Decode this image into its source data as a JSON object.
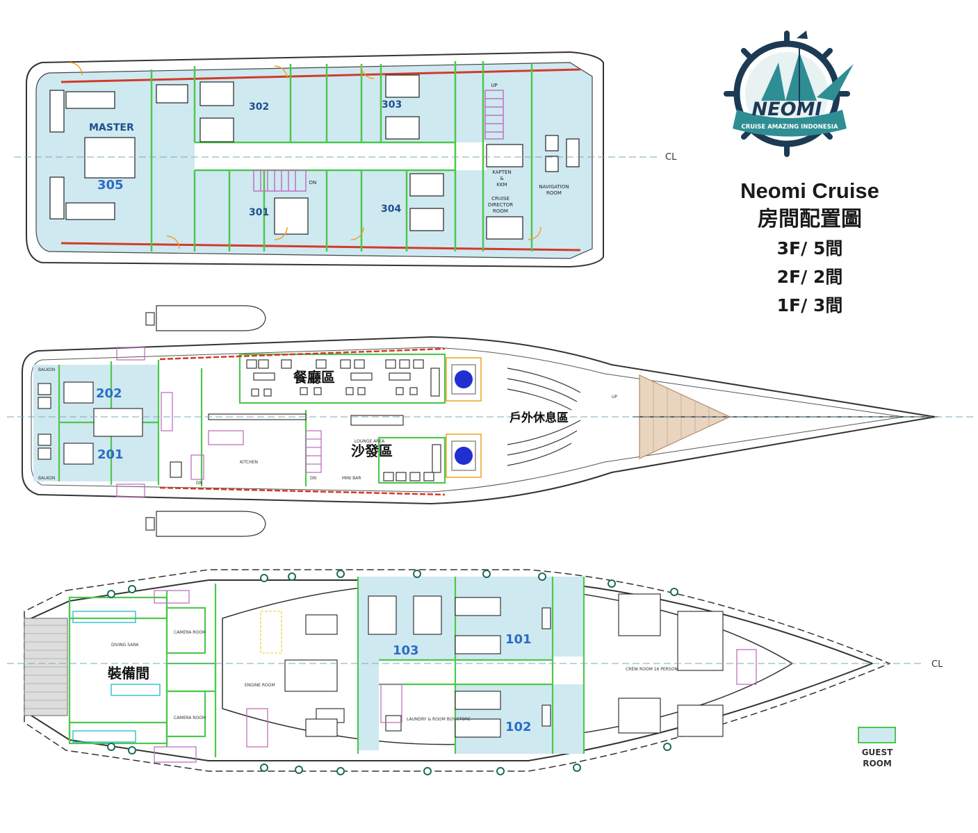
{
  "title": {
    "name": "Neomi Cruise",
    "subtitle": "房間配置圖",
    "counts": [
      "3F/ 5間",
      "2F/ 2間",
      "1F/ 3間"
    ]
  },
  "logo": {
    "wordmark": "NEOMI",
    "tagline": "CRUISE AMAZING INDONESIA"
  },
  "deck3": {
    "cl": "CL",
    "master": "MASTER",
    "rooms": [
      "305",
      "302",
      "301",
      "303",
      "304"
    ],
    "labels": [
      "KAPTEN",
      "&",
      "KKM",
      "CRUISE",
      "DIRECTOR",
      "ROOM",
      "NAVIGATION",
      "ROOM",
      "UP",
      "DN"
    ]
  },
  "deck2": {
    "rooms": [
      "202",
      "201"
    ],
    "areas": [
      "餐廳區",
      "沙發區",
      "戶外休息區"
    ],
    "small": [
      "BALKON",
      "BALKON",
      "KITCHEN",
      "LOUNGE AREA",
      "MINI BAR",
      "DN",
      "DN",
      "UP"
    ]
  },
  "deck1": {
    "cl": "CL",
    "rooms": [
      "103",
      "101",
      "102"
    ],
    "equipment": "裝備間",
    "small": [
      "DIVING SARA",
      "CAMERA ROOM",
      "CAMERA ROOM",
      "ENGINE ROOM",
      "LAUNDRY & ROOM BOY STORE",
      "CREW ROOM 16 PERSON"
    ]
  },
  "legend": {
    "label": [
      "GUEST",
      "ROOM"
    ]
  },
  "colors": {
    "room_fill": "#cfe9f1",
    "wall_green": "#4cc84c",
    "wall_red": "#d23a2a",
    "door_orange": "#f0a020",
    "stair_purple": "#c070c0",
    "logo_teal": "#2f8e93",
    "logo_navy": "#1d3a55"
  }
}
